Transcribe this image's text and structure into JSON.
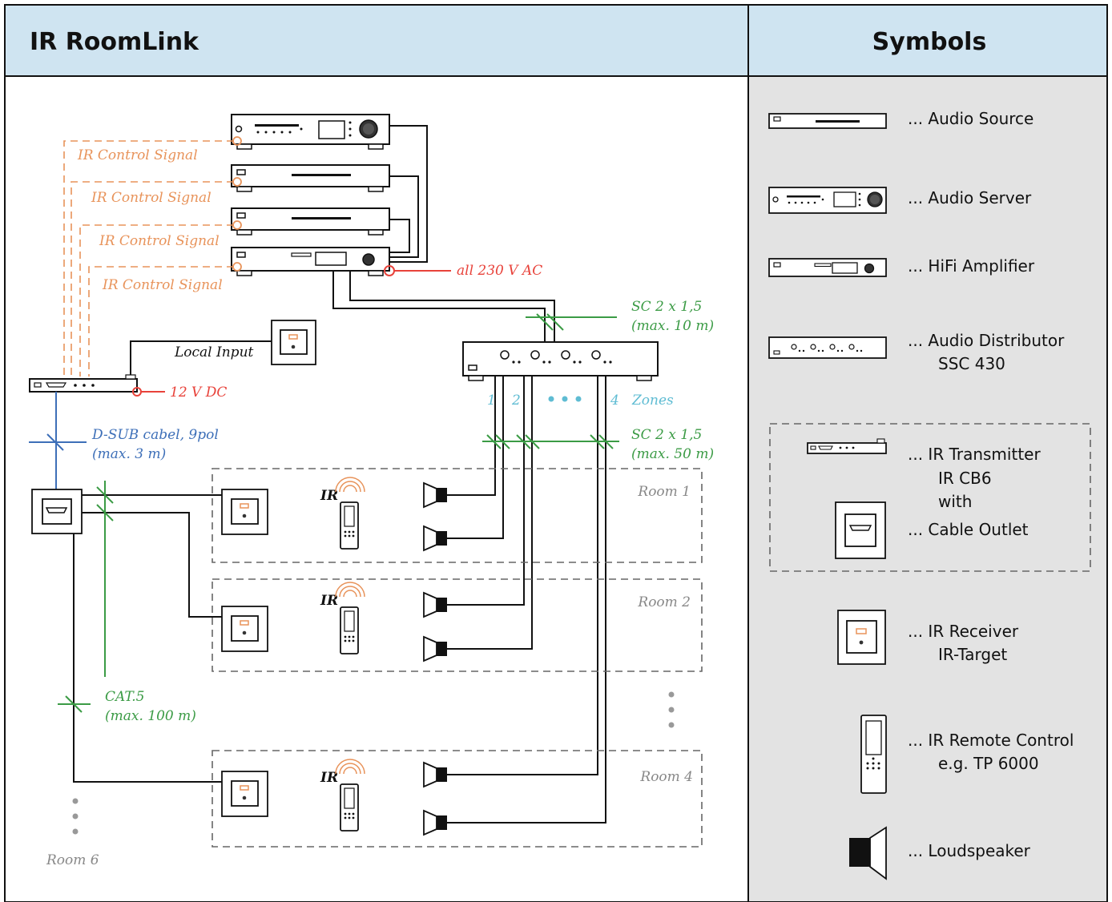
{
  "header": {
    "title": "IR RoomLink",
    "symbols_title": "Symbols"
  },
  "labels": {
    "ir_control": "IR Control Signal",
    "power": "all 230 V AC",
    "local_input": "Local Input",
    "dc": "12 V DC",
    "sc_short_1": "SC 2 x 1,5",
    "sc_short_2": "(max. 10 m)",
    "sc_long_1": "SC 2 x 1,5",
    "sc_long_2": "(max. 50 m)",
    "dsub_1": "D-SUB cabel, 9pol",
    "dsub_2": "(max. 3 m)",
    "cat_1": "CAT.5",
    "cat_2": "(max. 100 m)",
    "zone_1": "1",
    "zone_2": "2",
    "zone_4": "4",
    "zones": "Zones",
    "ir": "IR"
  },
  "rooms": [
    {
      "label": "Room 1"
    },
    {
      "label": "Room 2"
    },
    {
      "label": "Room 4"
    },
    {
      "label": "Room 6"
    }
  ],
  "legend": [
    {
      "icon": "audio-source-icon",
      "lines": [
        "...  Audio Source"
      ]
    },
    {
      "icon": "audio-server-icon",
      "lines": [
        "...  Audio Server"
      ]
    },
    {
      "icon": "hifi-amplifier-icon",
      "lines": [
        "...  HiFi Amplifier"
      ]
    },
    {
      "icon": "audio-distributor-icon",
      "lines": [
        "...  Audio Distributor",
        "SSC 430"
      ]
    },
    {
      "icon": "ir-transmitter-icon",
      "lines": [
        "...  IR Transmitter",
        "IR CB6",
        "with"
      ]
    },
    {
      "icon": "cable-outlet-icon",
      "lines": [
        "...  Cable Outlet"
      ]
    },
    {
      "icon": "ir-receiver-icon",
      "lines": [
        "...  IR Receiver",
        "IR-Target"
      ]
    },
    {
      "icon": "ir-remote-icon",
      "lines": [
        "...  IR Remote Control",
        "e.g. TP 6000"
      ]
    },
    {
      "icon": "loudspeaker-icon",
      "lines": [
        "...  Loudspeaker"
      ]
    }
  ],
  "colors": {
    "header_bg": "#cfe4f1",
    "panel_bg": "#e3e3e3",
    "ir_signal": "#e8935a",
    "power": "#e8423a",
    "sc_cable": "#3b9b45",
    "dsub": "#3d6fb8",
    "zone": "#5fbcd3",
    "room_label": "#888888"
  }
}
